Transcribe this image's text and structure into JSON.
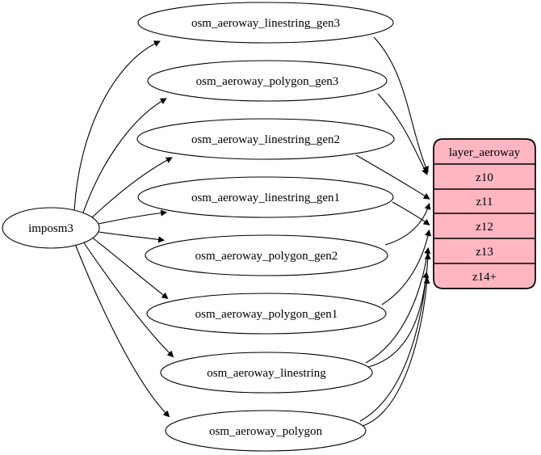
{
  "diagram": {
    "type": "dependency-graph",
    "background": "#ffffff",
    "edge_color": "#000000",
    "node_border_color": "#000000",
    "node_fill": "#ffffff",
    "text_color": "#000000",
    "source_node": {
      "id": "imposm3",
      "label": "imposm3"
    },
    "table_nodes": [
      {
        "id": "osm_aeroway_linestring_gen3",
        "label": "osm_aeroway_linestring_gen3"
      },
      {
        "id": "osm_aeroway_polygon_gen3",
        "label": "osm_aeroway_polygon_gen3"
      },
      {
        "id": "osm_aeroway_linestring_gen2",
        "label": "osm_aeroway_linestring_gen2"
      },
      {
        "id": "osm_aeroway_linestring_gen1",
        "label": "osm_aeroway_linestring_gen1"
      },
      {
        "id": "osm_aeroway_polygon_gen2",
        "label": "osm_aeroway_polygon_gen2"
      },
      {
        "id": "osm_aeroway_polygon_gen1",
        "label": "osm_aeroway_polygon_gen1"
      },
      {
        "id": "osm_aeroway_linestring",
        "label": "osm_aeroway_linestring"
      },
      {
        "id": "osm_aeroway_polygon",
        "label": "osm_aeroway_polygon"
      }
    ],
    "layer_node": {
      "id": "layer_aeroway",
      "title": "layer_aeroway",
      "fill": "#ffb6c1",
      "rows": [
        {
          "label": "z10"
        },
        {
          "label": "z11"
        },
        {
          "label": "z12"
        },
        {
          "label": "z13"
        },
        {
          "label": "z14+"
        }
      ]
    },
    "edges": [
      {
        "from": "imposm3",
        "to": "osm_aeroway_linestring_gen3"
      },
      {
        "from": "imposm3",
        "to": "osm_aeroway_polygon_gen3"
      },
      {
        "from": "imposm3",
        "to": "osm_aeroway_linestring_gen2"
      },
      {
        "from": "imposm3",
        "to": "osm_aeroway_linestring_gen1"
      },
      {
        "from": "imposm3",
        "to": "osm_aeroway_polygon_gen2"
      },
      {
        "from": "imposm3",
        "to": "osm_aeroway_polygon_gen1"
      },
      {
        "from": "imposm3",
        "to": "osm_aeroway_linestring"
      },
      {
        "from": "imposm3",
        "to": "osm_aeroway_polygon"
      },
      {
        "from": "osm_aeroway_linestring_gen3",
        "to": "layer_aeroway.z10"
      },
      {
        "from": "osm_aeroway_polygon_gen3",
        "to": "layer_aeroway.z10"
      },
      {
        "from": "osm_aeroway_linestring_gen2",
        "to": "layer_aeroway.z11"
      },
      {
        "from": "osm_aeroway_polygon_gen2",
        "to": "layer_aeroway.z11"
      },
      {
        "from": "osm_aeroway_linestring_gen1",
        "to": "layer_aeroway.z12"
      },
      {
        "from": "osm_aeroway_polygon_gen1",
        "to": "layer_aeroway.z12"
      },
      {
        "from": "osm_aeroway_linestring",
        "to": "layer_aeroway.z13"
      },
      {
        "from": "osm_aeroway_linestring",
        "to": "layer_aeroway.z14+"
      },
      {
        "from": "osm_aeroway_polygon",
        "to": "layer_aeroway.z13"
      },
      {
        "from": "osm_aeroway_polygon",
        "to": "layer_aeroway.z14+"
      }
    ]
  }
}
